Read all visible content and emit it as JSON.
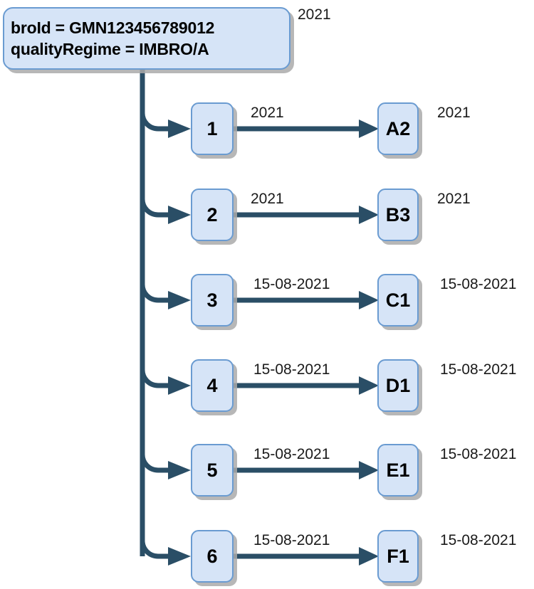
{
  "diagram": {
    "type": "tree-flow",
    "colors": {
      "node_fill": "#d6e4f7",
      "node_border": "#6a9bd1",
      "connector": "#2a4e66",
      "shadow": "#aaaaaa",
      "text": "#000000",
      "background": "#ffffff"
    },
    "root": {
      "line1": "broId = GMN123456789012",
      "line2": "qualityRegime = IMBRO/A",
      "side_label": "2021"
    },
    "rows": [
      {
        "level1": "1",
        "edge_label": "2021",
        "level2": "A2",
        "tail_label": "2021"
      },
      {
        "level1": "2",
        "edge_label": "2021",
        "level2": "B3",
        "tail_label": "2021"
      },
      {
        "level1": "3",
        "edge_label": "15-08-2021",
        "level2": "C1",
        "tail_label": "15-08-2021"
      },
      {
        "level1": "4",
        "edge_label": "15-08-2021",
        "level2": "D1",
        "tail_label": "15-08-2021"
      },
      {
        "level1": "5",
        "edge_label": "15-08-2021",
        "level2": "E1",
        "tail_label": "15-08-2021"
      },
      {
        "level1": "6",
        "edge_label": "15-08-2021",
        "level2": "F1",
        "tail_label": "15-08-2021"
      }
    ]
  }
}
